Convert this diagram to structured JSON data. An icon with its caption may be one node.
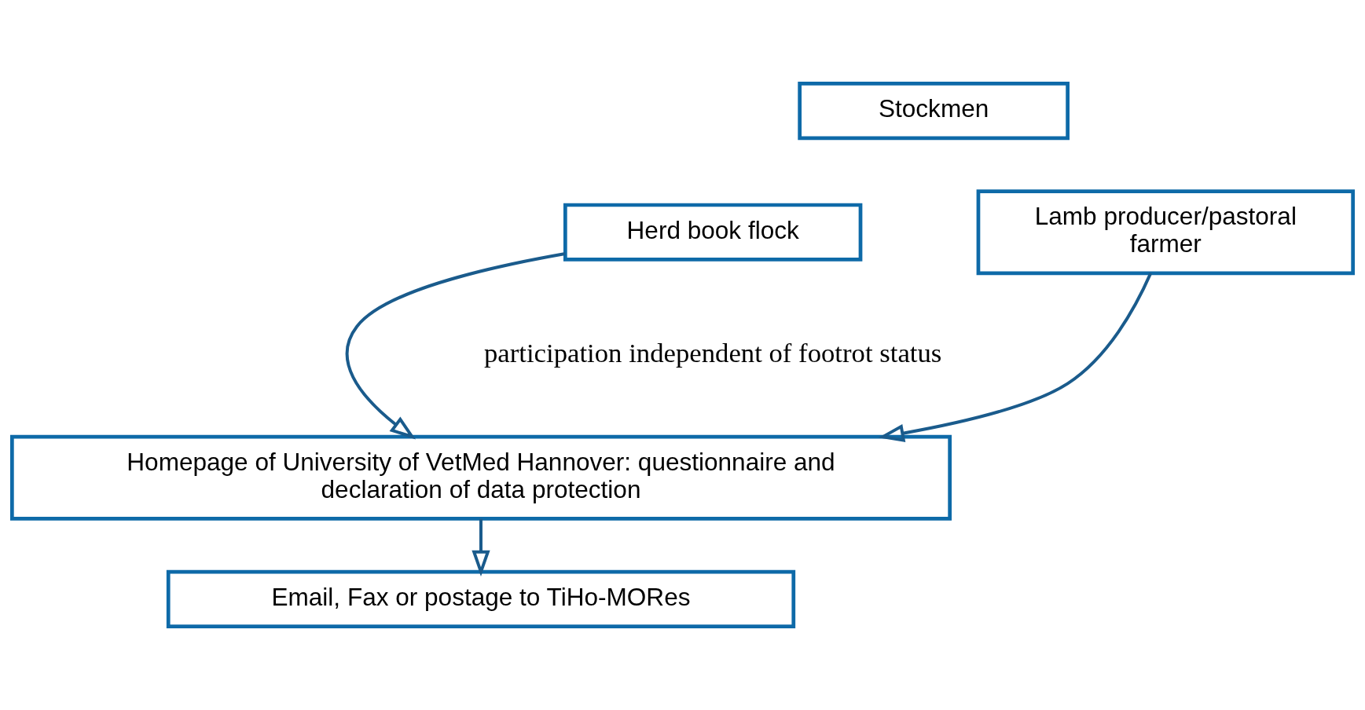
{
  "diagram": {
    "nodes": [
      {
        "text": [
          "Stockmen"
        ]
      },
      {
        "text": [
          "Herd book flock"
        ]
      },
      {
        "text": [
          "Lamb producer/pastoral farmer"
        ]
      },
      {
        "text": [
          "Homepage of University of VetMed Hannover: questionnaire and declaration of data protection"
        ]
      },
      {
        "text": [
          "Email, Fax or postage to TiHo-MORes"
        ]
      }
    ],
    "edges": [
      {
        "from": 1,
        "to": 3,
        "arrow": "to"
      },
      {
        "from": 2,
        "to": 3,
        "arrow": "to"
      },
      {
        "from": 3,
        "to": 4,
        "arrow": "to"
      }
    ],
    "labels": [
      "participation independent of footrot status"
    ]
  }
}
